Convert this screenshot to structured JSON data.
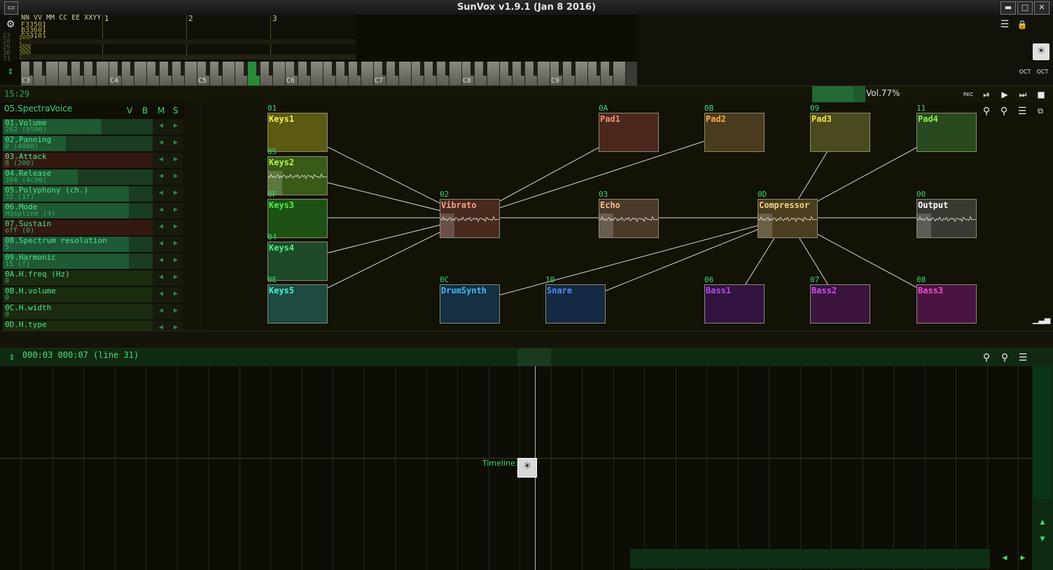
{
  "window": {
    "title": "SunVox v1.9.1 (Jan  8 2016)",
    "btn_min": "▬",
    "btn_max": "□",
    "btn_close": "✕"
  },
  "pattern": {
    "header": "NN VV MM CC EE XXYY",
    "columns": [
      "1",
      "2",
      "3"
    ],
    "row_numbers": [
      "27",
      "28",
      "29",
      "30",
      "31"
    ],
    "note_lines": [
      "F33501",
      "B33601",
      "F33101"
    ]
  },
  "keyboard": {
    "octaves": [
      "C3",
      "C4",
      "C5",
      "C6",
      "C7",
      "C8",
      "C9"
    ]
  },
  "topright": {
    "menu_icon": "☰",
    "lock_icon": "🔒",
    "oct_minus": "OCT",
    "oct_plus": "OCT"
  },
  "transport": {
    "clock": "15:29",
    "volume_label": "Vol.77%",
    "volume": 0.77,
    "rec_label": "REC"
  },
  "module_panel": {
    "name": "05.SpectraVoice",
    "flags": [
      "V",
      "B",
      "M",
      "S"
    ],
    "controllers": [
      {
        "name": "01.Volume",
        "value": "202 (6500)",
        "fill": 0.66,
        "color": "#1e5a32"
      },
      {
        "name": "02.Panning",
        "value": "0 (4000)",
        "fill": 0.42,
        "color": "#1e5a32"
      },
      {
        "name": "03.Attack",
        "value": "8 (200)",
        "fill": 0.04,
        "color": "#4a1a14"
      },
      {
        "name": "04.Release",
        "value": "304 (4c00)",
        "fill": 0.5,
        "color": "#1e5a32"
      },
      {
        "name": "05.Polyphony (ch.)",
        "value": "32 (1f)",
        "fill": 0.84,
        "color": "#1e5a32"
      },
      {
        "name": "06.Mode",
        "value": "HQspline (4)",
        "fill": 0.84,
        "color": "#1e5a32"
      },
      {
        "name": "07.Sustain",
        "value": "off (0)",
        "fill": 0.0,
        "color": "#4a1a14"
      },
      {
        "name": "08.Spectrum resolution",
        "value": "5",
        "fill": 0.84,
        "color": "#1e5a3a"
      },
      {
        "name": "09.Harmonic",
        "value": "15 (f)",
        "fill": 0.84,
        "color": "#1e5a32"
      },
      {
        "name": "0A.H.freq (Hz)",
        "value": "0",
        "fill": 0.0,
        "color": "#1e3a14"
      },
      {
        "name": "0B.H.volume",
        "value": "0",
        "fill": 0.0,
        "color": "#1e3a14"
      },
      {
        "name": "0C.H.width",
        "value": "0",
        "fill": 0.0,
        "color": "#1e3a14"
      },
      {
        "name": "0D.H.type",
        "value": "",
        "fill": 0.0,
        "color": "#1e3a14"
      }
    ]
  },
  "modules": [
    {
      "id": "01",
      "name": "Keys1",
      "bg": "#5a5a12",
      "fg": "#f2f24a"
    },
    {
      "id": "05",
      "name": "Keys2",
      "bg": "#3a5a18",
      "fg": "#b4f24a"
    },
    {
      "id": "0F",
      "name": "Keys3",
      "bg": "#1e5214",
      "fg": "#4af24a"
    },
    {
      "id": "04",
      "name": "Keys4",
      "bg": "#1e4a28",
      "fg": "#4af28a"
    },
    {
      "id": "0E",
      "name": "Keys5",
      "bg": "#1e4a42",
      "fg": "#4af2d2"
    },
    {
      "id": "02",
      "name": "Vibrato",
      "bg": "#4a2a1e",
      "fg": "#f2a08a"
    },
    {
      "id": "03",
      "name": "Echo",
      "bg": "#4a3a2a",
      "fg": "#f2c08a"
    },
    {
      "id": "0D",
      "name": "Compressor",
      "bg": "#4a3e1e",
      "fg": "#f2d28a"
    },
    {
      "id": "00",
      "name": "Output",
      "bg": "#3a3a32",
      "fg": "#ffffff"
    },
    {
      "id": "0A",
      "name": "Pad1",
      "bg": "#4a281e",
      "fg": "#f2906a"
    },
    {
      "id": "0B",
      "name": "Pad2",
      "bg": "#4a3a1e",
      "fg": "#f2b04a"
    },
    {
      "id": "09",
      "name": "Pad3",
      "bg": "#4a4a1e",
      "fg": "#f2e24a"
    },
    {
      "id": "11",
      "name": "Pad4",
      "bg": "#284a1e",
      "fg": "#8af24a"
    },
    {
      "id": "0C",
      "name": "DrumSynth",
      "bg": "#143042",
      "fg": "#4ab4f2"
    },
    {
      "id": "10",
      "name": "Snare",
      "bg": "#142a42",
      "fg": "#4a8af2"
    },
    {
      "id": "06",
      "name": "Bass1",
      "bg": "#32143e",
      "fg": "#b44af2"
    },
    {
      "id": "07",
      "name": "Bass2",
      "bg": "#3a143e",
      "fg": "#d24af2"
    },
    {
      "id": "08",
      "name": "Bass3",
      "bg": "#4a1442",
      "fg": "#f24ad2"
    }
  ],
  "timeline": {
    "position": "000:03 000:07 (line 31)",
    "label": "Timeline:"
  }
}
